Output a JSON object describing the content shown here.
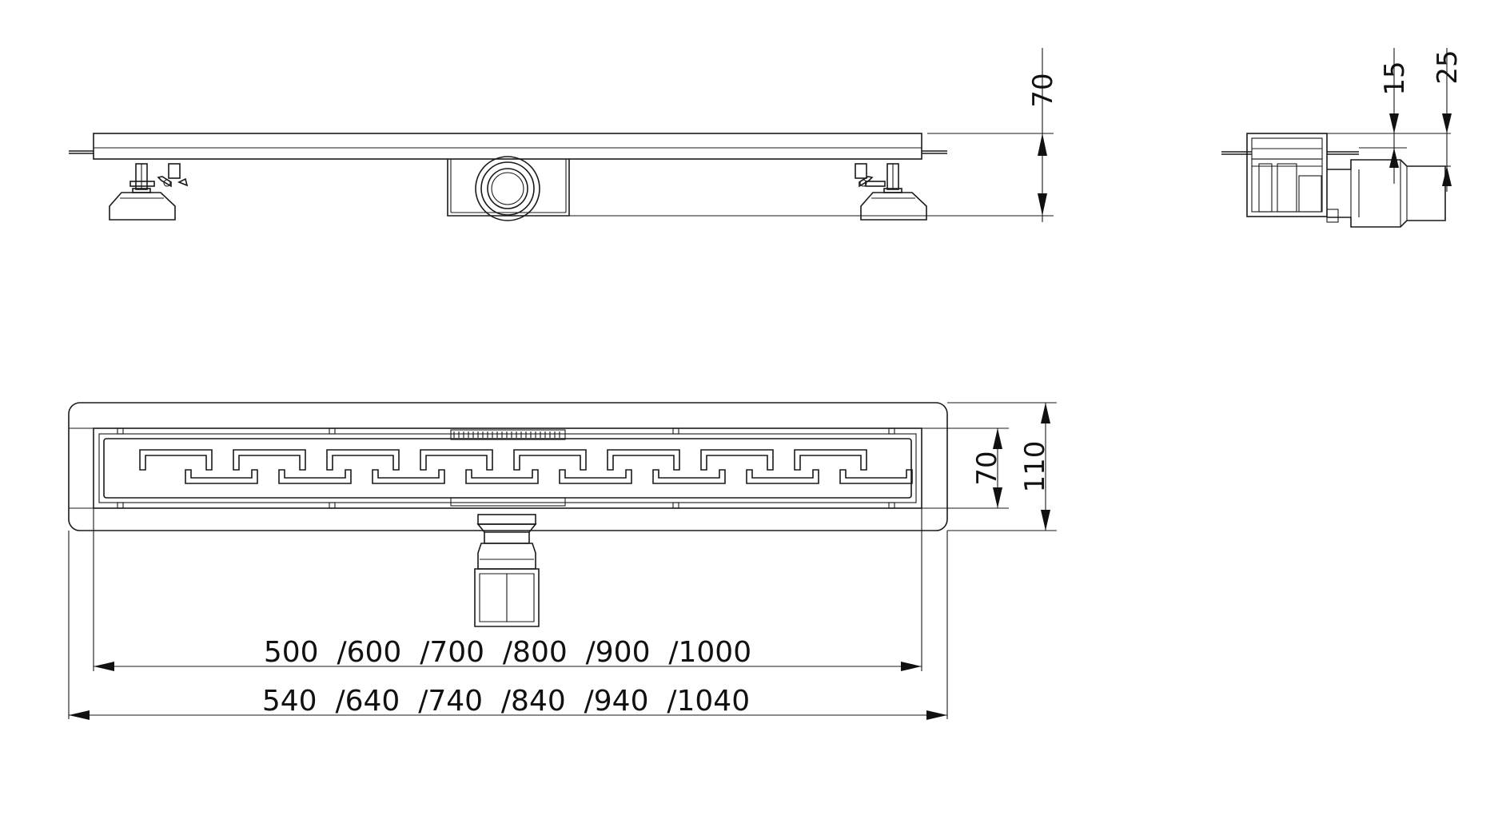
{
  "colors": {
    "line": "#1a1a1a",
    "background": "#ffffff"
  },
  "side_view": {
    "height_label": "70"
  },
  "section_view": {
    "top_label": "15",
    "right_label": "25"
  },
  "plan_view": {
    "inner_width_label": "70",
    "outer_width_label": "110",
    "length_inner_label": "500  /600  /700  /800  /900  /1000",
    "length_outer_label": "540  /640  /740  /840  /940  /1040"
  }
}
